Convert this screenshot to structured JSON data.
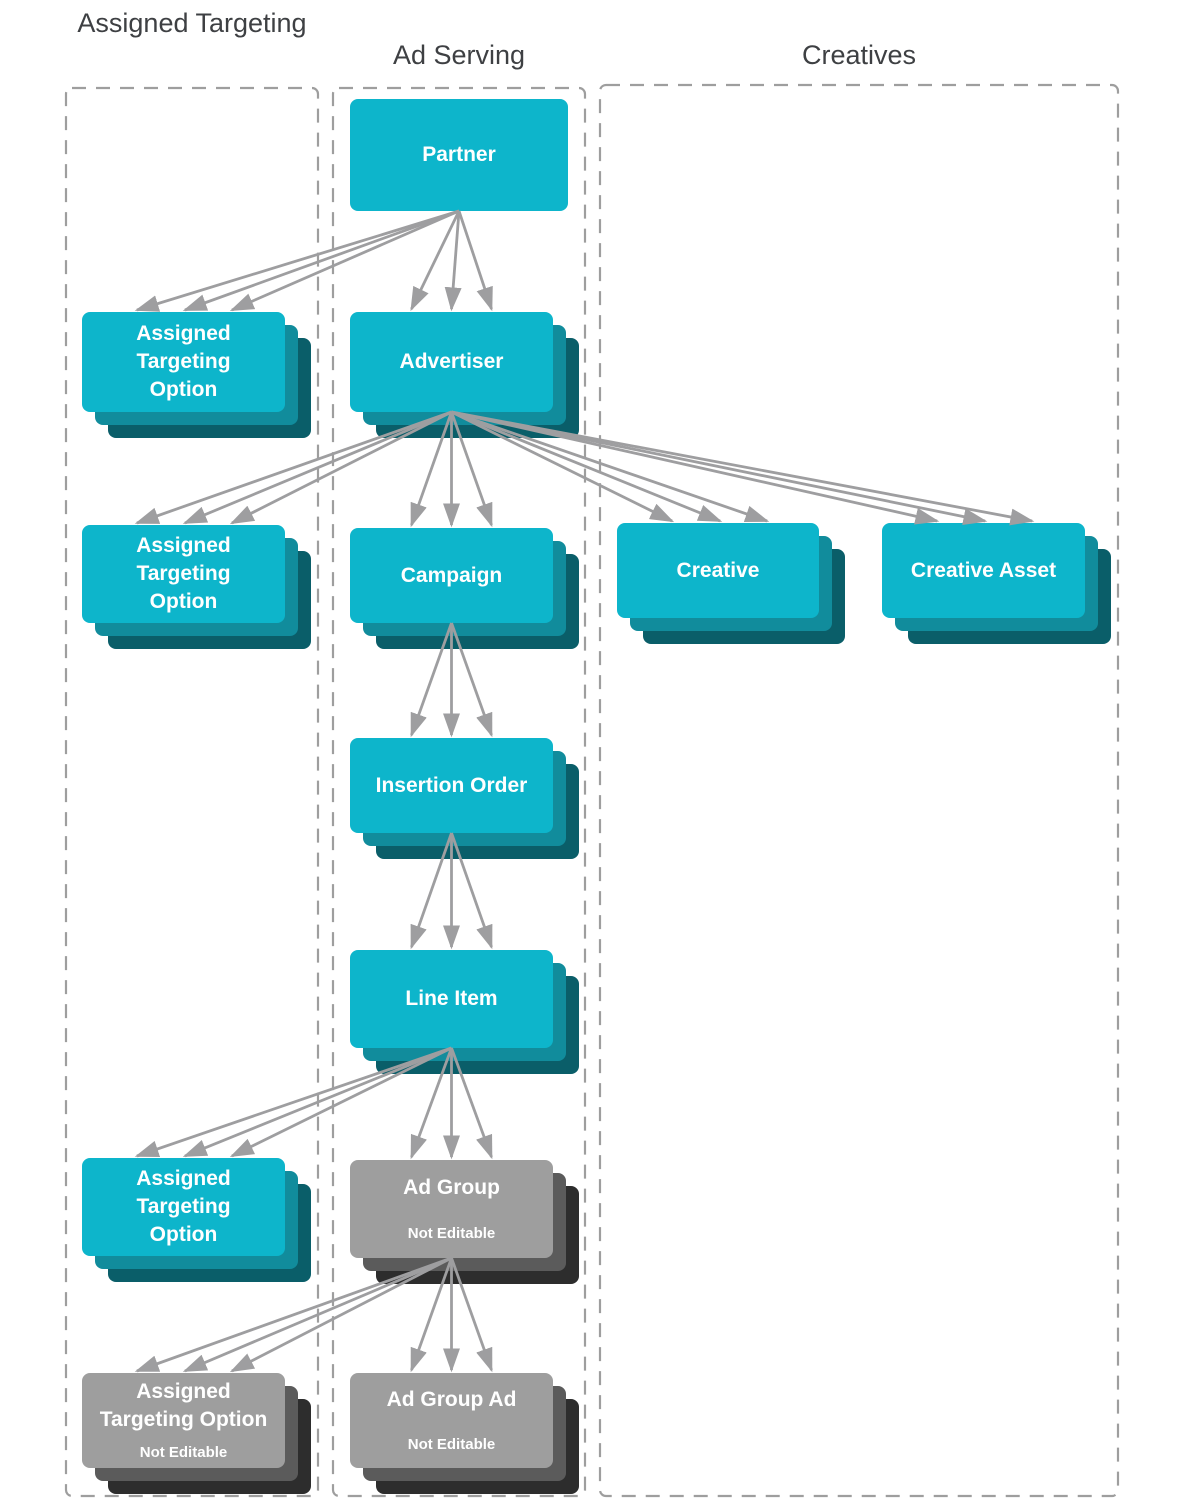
{
  "columns": [
    {
      "id": "assigned-targeting",
      "title": "Assigned Targeting"
    },
    {
      "id": "ad-serving",
      "title": "Ad Serving"
    },
    {
      "id": "creatives",
      "title": "Creatives"
    }
  ],
  "nodes": [
    {
      "id": "partner",
      "label": "Partner",
      "editable": true
    },
    {
      "id": "ato-1",
      "label": "Assigned Targeting Option",
      "editable": true
    },
    {
      "id": "advertiser",
      "label": "Advertiser",
      "editable": true
    },
    {
      "id": "ato-2",
      "label": "Assigned Targeting Option",
      "editable": true
    },
    {
      "id": "campaign",
      "label": "Campaign",
      "editable": true
    },
    {
      "id": "creative",
      "label": "Creative",
      "editable": true
    },
    {
      "id": "creative-asset",
      "label": "Creative Asset",
      "editable": true
    },
    {
      "id": "insertion-order",
      "label": "Insertion Order",
      "editable": true
    },
    {
      "id": "line-item",
      "label": "Line Item",
      "editable": true
    },
    {
      "id": "ato-3",
      "label": "Assigned Targeting Option",
      "editable": true
    },
    {
      "id": "ad-group",
      "label": "Ad Group",
      "sublabel": "Not Editable",
      "editable": false
    },
    {
      "id": "ato-not-editable",
      "label": "Assigned Targeting Option",
      "sublabel": "Not Editable",
      "editable": false
    },
    {
      "id": "ad-group-ad",
      "label": "Ad Group Ad",
      "sublabel": "Not Editable",
      "editable": false
    }
  ],
  "edges": [
    {
      "from": "partner",
      "to": "ato-1"
    },
    {
      "from": "partner",
      "to": "advertiser"
    },
    {
      "from": "advertiser",
      "to": "ato-2"
    },
    {
      "from": "advertiser",
      "to": "campaign"
    },
    {
      "from": "advertiser",
      "to": "creative"
    },
    {
      "from": "advertiser",
      "to": "creative-asset"
    },
    {
      "from": "campaign",
      "to": "insertion-order"
    },
    {
      "from": "insertion-order",
      "to": "line-item"
    },
    {
      "from": "line-item",
      "to": "ato-3"
    },
    {
      "from": "line-item",
      "to": "ad-group"
    },
    {
      "from": "ad-group",
      "to": "ato-not-editable"
    },
    {
      "from": "ad-group",
      "to": "ad-group-ad"
    }
  ],
  "colors": {
    "teal": "#0DB5CB",
    "teal_mid": "#118C9C",
    "teal_back": "#0A5E69",
    "gray": "#9E9E9E",
    "gray_mid": "#5B5B5B",
    "gray_back": "#2D2D2D",
    "arrow": "#9E9EA0",
    "dashed_border": "#9E9E9E",
    "title_text": "#3E4043",
    "node_text": "#FFFFFF"
  }
}
